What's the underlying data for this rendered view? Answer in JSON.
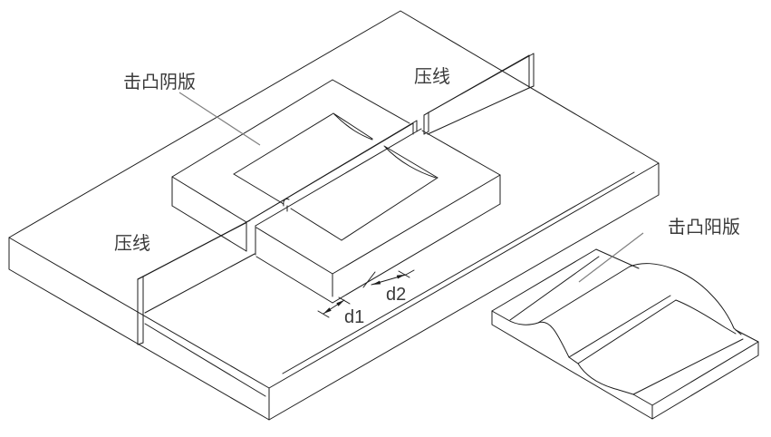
{
  "diagram": {
    "background": "#ffffff",
    "line_color": "#1c1c1c",
    "leader_color": "#808080",
    "text_color": "#3a3a3a",
    "labels": {
      "female_die": "击凸阴版",
      "crease_top": "压线",
      "crease_left": "压线",
      "male_die": "击凸阳版",
      "dim_d1": "d1",
      "dim_d2": "d2"
    }
  }
}
